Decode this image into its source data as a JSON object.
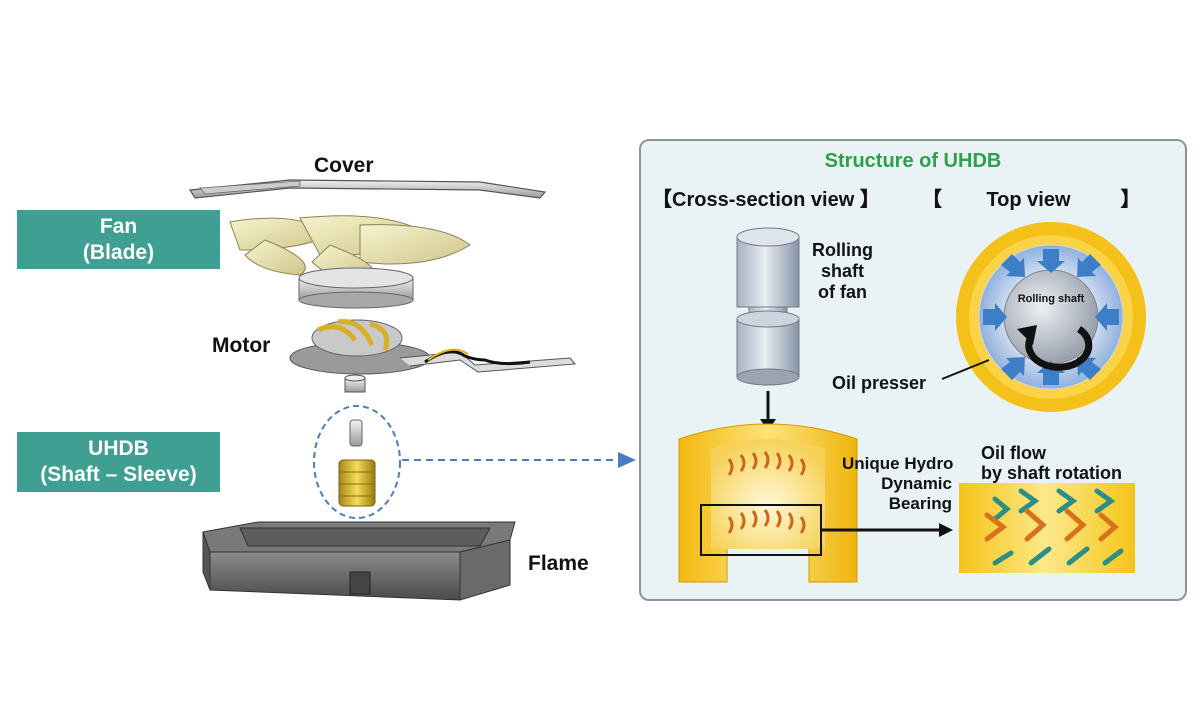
{
  "left": {
    "cover_label": "Cover",
    "motor_label": "Motor",
    "flame_label": "Flame",
    "fan_box": {
      "line1": "Fan",
      "line2": "(Blade)"
    },
    "uhdb_box": {
      "line1": "UHDB",
      "line2": "(Shaft – Sleeve)"
    }
  },
  "panel": {
    "title": "Structure of UHDB",
    "cross_section_header": "【Cross-section view 】",
    "top_view_header": "【        Top view         】",
    "shaft_label": [
      "Rolling",
      "shaft",
      "of fan"
    ],
    "bearing_label": [
      "Unique Hydro",
      "Dynamic",
      "Bearing"
    ],
    "oil_flow_label": [
      "Oil flow",
      "by shaft rotation"
    ],
    "rolling_shaft_inner": "Rolling shaft",
    "oil_presser_label": "Oil presser"
  },
  "colors": {
    "teal": "#3f9f93",
    "panel_bg": "#e9f3f6",
    "title_green": "#2ea04a",
    "gold": "#f4c01a",
    "arrow_blue": "#3c7fc7",
    "flow_teal": "#2a8f86",
    "flow_orange": "#d9701c"
  }
}
